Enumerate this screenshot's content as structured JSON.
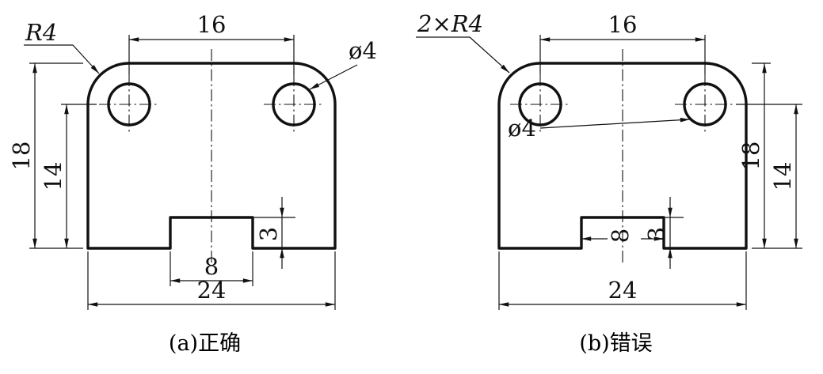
{
  "page": {
    "background": "#ffffff",
    "line_color": "#111111"
  },
  "figure_a": {
    "caption": "(a)正确",
    "dims": {
      "radius": "R4",
      "top_width": "16",
      "hole_dia": "ø4",
      "overall_height": "18",
      "hole_height": "14",
      "notch_width": "8",
      "notch_depth": "3",
      "overall_width": "24"
    }
  },
  "figure_b": {
    "caption": "(b)错误",
    "dims": {
      "radius": "2×R4",
      "top_width": "16",
      "hole_dia": "ø4",
      "overall_height": "18",
      "hole_height": "14",
      "notch_width": "8",
      "notch_depth": "3",
      "overall_width": "24"
    }
  }
}
